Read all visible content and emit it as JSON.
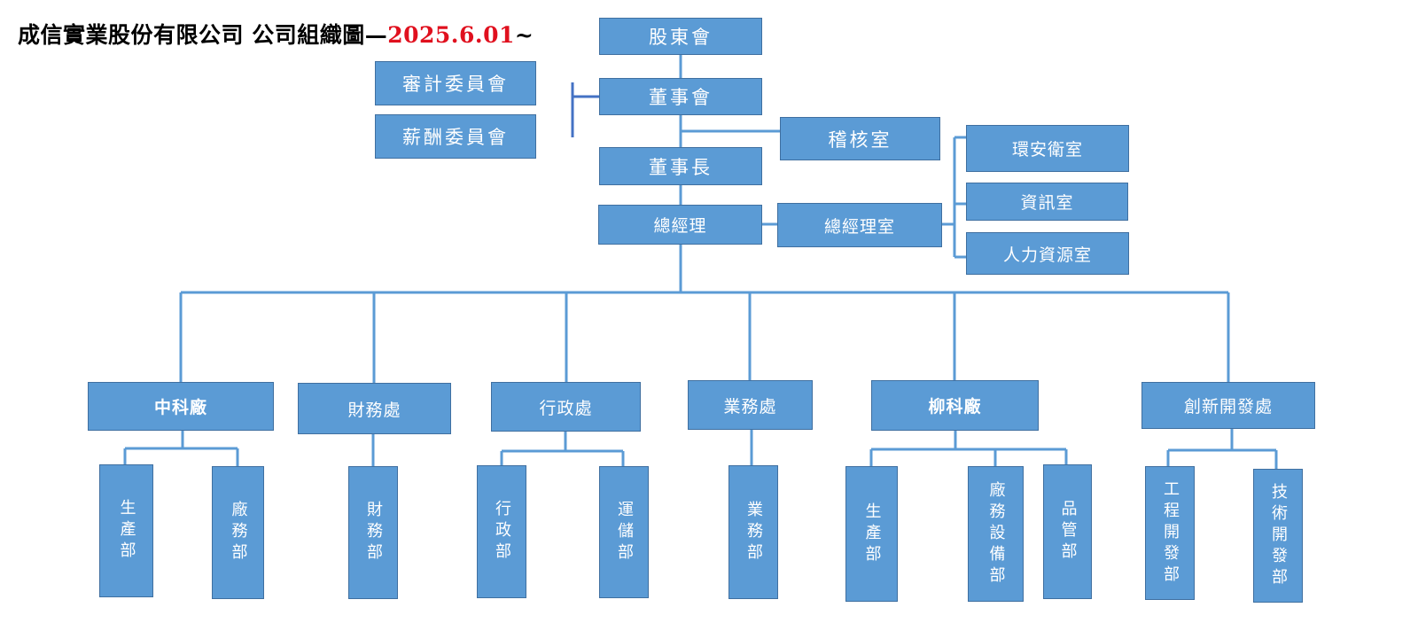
{
  "title": {
    "main": "成信實業股份有限公司 公司組織圖—",
    "date": "2025.6.01",
    "suffix": "~"
  },
  "colors": {
    "box_fill": "#5b9bd5",
    "box_border": "#3f6fa0",
    "line": "#5b9bd5",
    "committee_line": "#4472c4",
    "date_text": "#e0101e"
  },
  "nodes": {
    "shareholders": "股東會",
    "audit_committee": "審計委員會",
    "board": "董事會",
    "compensation_committee": "薪酬委員會",
    "audit_office": "稽核室",
    "chairman": "董事長",
    "env_safety_office": "環安衛室",
    "president": "總經理",
    "president_office": "總經理室",
    "it_office": "資訊室",
    "hr_office": "人力資源室",
    "zhongke_plant": "中科廠",
    "finance_division": "財務處",
    "admin_division": "行政處",
    "business_division": "業務處",
    "liuke_plant": "柳科廠",
    "innovation_division": "創新開發處",
    "zk_production": "生產部",
    "zk_plant_affairs": "廠務部",
    "finance_dept": "財務部",
    "admin_dept": "行政部",
    "logistics_dept": "運儲部",
    "business_dept": "業務部",
    "lk_production": "生產部",
    "lk_facility": "廠務設備部",
    "qc_dept": "品管部",
    "engineering_dev_dept": "工程開發部",
    "tech_dev_dept": "技術開發部"
  }
}
